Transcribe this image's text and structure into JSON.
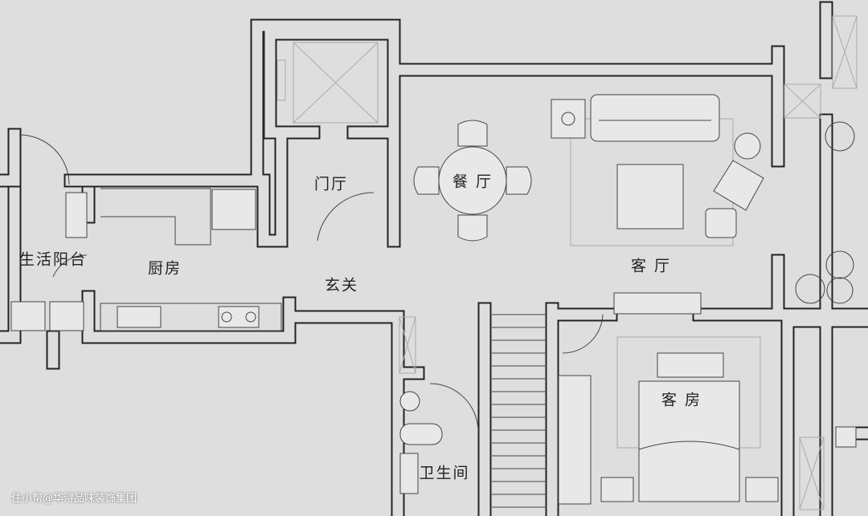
{
  "rooms": {
    "balcony": "生活阳台",
    "kitchen": "厨房",
    "foyer": "门厅",
    "entrance": "玄关",
    "dining": "餐 厅",
    "living": "客 厅",
    "guest_room": "客 房",
    "bathroom": "卫生间"
  },
  "watermark": "住小帮@华浔品味装饰集团"
}
